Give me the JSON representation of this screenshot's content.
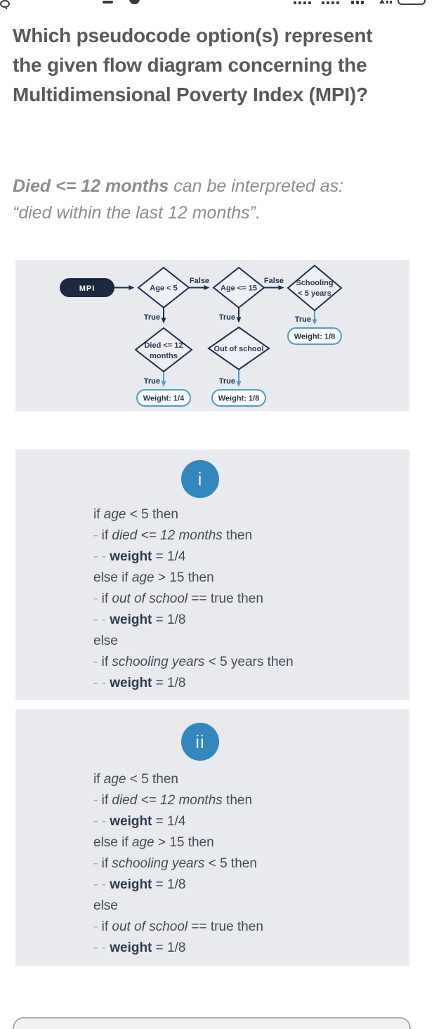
{
  "status_bar": {
    "icons": [
      "refresh-icon",
      "menu-icon",
      "tab-icon",
      "bookmark-icon",
      "dots-group-left",
      "dots-group-right",
      "wifi-indicator",
      "signal-indicator",
      "charge-indicator",
      "battery-icon"
    ]
  },
  "question": {
    "title": "Which pseudocode option(s) represent the given flow diagram concerning the Multidimensional Poverty Index (MPI)?",
    "note_emphasis": "Died <= 12 months",
    "note_rest": " can be interpreted as: “died within the last 12 months”."
  },
  "diagram": {
    "nodes": {
      "mpi": "MPI",
      "age5": "Age < 5",
      "age15": "Age <= 15",
      "schooling_line1": "Schooling",
      "schooling_line2": "< 5 years",
      "died_line1": "Died <= 12",
      "died_line2": "months",
      "out_of_school": "Out of school",
      "weight_quarter": "Weight: 1/4",
      "weight_eighth_mid": "Weight: 1/8",
      "weight_eighth_right": "Weight: 1/8"
    },
    "labels": {
      "false_age5": "False",
      "false_age15": "False",
      "true_age5": "True",
      "true_died": "True",
      "true_age15": "True",
      "true_out_of_school": "True",
      "true_schooling": "True"
    }
  },
  "options": [
    {
      "badge": "i",
      "lines": [
        [
          {
            "t": "if ",
            "s": "r"
          },
          {
            "t": "age",
            "s": "i"
          },
          {
            "t": " < 5 then",
            "s": "r"
          }
        ],
        [
          {
            "t": "- ",
            "s": "d"
          },
          {
            "t": "if ",
            "s": "r"
          },
          {
            "t": "died <= 12 months",
            "s": "i"
          },
          {
            "t": " then",
            "s": "r"
          }
        ],
        [
          {
            "t": "- - ",
            "s": "d"
          },
          {
            "t": "weight",
            "s": "b"
          },
          {
            "t": " = 1/4",
            "s": "r"
          }
        ],
        [
          {
            "t": "else if ",
            "s": "r"
          },
          {
            "t": "age",
            "s": "i"
          },
          {
            "t": " > 15 then",
            "s": "r"
          }
        ],
        [
          {
            "t": "- ",
            "s": "d"
          },
          {
            "t": "if ",
            "s": "r"
          },
          {
            "t": "out of school",
            "s": "i"
          },
          {
            "t": " == true then",
            "s": "r"
          }
        ],
        [
          {
            "t": "- - ",
            "s": "d"
          },
          {
            "t": "weight",
            "s": "b"
          },
          {
            "t": " = 1/8",
            "s": "r"
          }
        ],
        [
          {
            "t": "else",
            "s": "r"
          }
        ],
        [
          {
            "t": "- ",
            "s": "d"
          },
          {
            "t": "if ",
            "s": "r"
          },
          {
            "t": "schooling years",
            "s": "i"
          },
          {
            "t": " < 5 years then",
            "s": "r"
          }
        ],
        [
          {
            "t": "- - ",
            "s": "d"
          },
          {
            "t": "weight",
            "s": "b"
          },
          {
            "t": " = 1/8",
            "s": "r"
          }
        ]
      ]
    },
    {
      "badge": "ii",
      "lines": [
        [
          {
            "t": "if ",
            "s": "r"
          },
          {
            "t": "age",
            "s": "i"
          },
          {
            "t": " < 5 then",
            "s": "r"
          }
        ],
        [
          {
            "t": "- ",
            "s": "d"
          },
          {
            "t": "if ",
            "s": "r"
          },
          {
            "t": "died <= 12 months",
            "s": "i"
          },
          {
            "t": " then",
            "s": "r"
          }
        ],
        [
          {
            "t": "- - ",
            "s": "d"
          },
          {
            "t": "weight",
            "s": "b"
          },
          {
            "t": " = 1/4",
            "s": "r"
          }
        ],
        [
          {
            "t": "else if ",
            "s": "r"
          },
          {
            "t": "age",
            "s": "i"
          },
          {
            "t": " > 15 then",
            "s": "r"
          }
        ],
        [
          {
            "t": "- ",
            "s": "d"
          },
          {
            "t": "if ",
            "s": "r"
          },
          {
            "t": "schooling years",
            "s": "i"
          },
          {
            "t": " < 5 then",
            "s": "r"
          }
        ],
        [
          {
            "t": "- - ",
            "s": "d"
          },
          {
            "t": "weight",
            "s": "b"
          },
          {
            "t": " = 1/8",
            "s": "r"
          }
        ],
        [
          {
            "t": "else",
            "s": "r"
          }
        ],
        [
          {
            "t": "- ",
            "s": "d"
          },
          {
            "t": "if ",
            "s": "r"
          },
          {
            "t": "out of school",
            "s": "i"
          },
          {
            "t": " == true then",
            "s": "r"
          }
        ],
        [
          {
            "t": "- - ",
            "s": "d"
          },
          {
            "t": "weight",
            "s": "b"
          },
          {
            "t": " = 1/8",
            "s": "r"
          }
        ]
      ]
    }
  ],
  "colors": {
    "accent_blue": "#3187be",
    "diagram_navy": "#1d2e4e",
    "diagram_light_blue": "#4a9cd3",
    "mpi_fill": "#1a2940",
    "card_bg": "#e9eaed",
    "panel_bg": "#e8eaee",
    "title_gray": "#58595c",
    "note_gray": "#8a8d91",
    "code_text": "#3f4b5a"
  }
}
